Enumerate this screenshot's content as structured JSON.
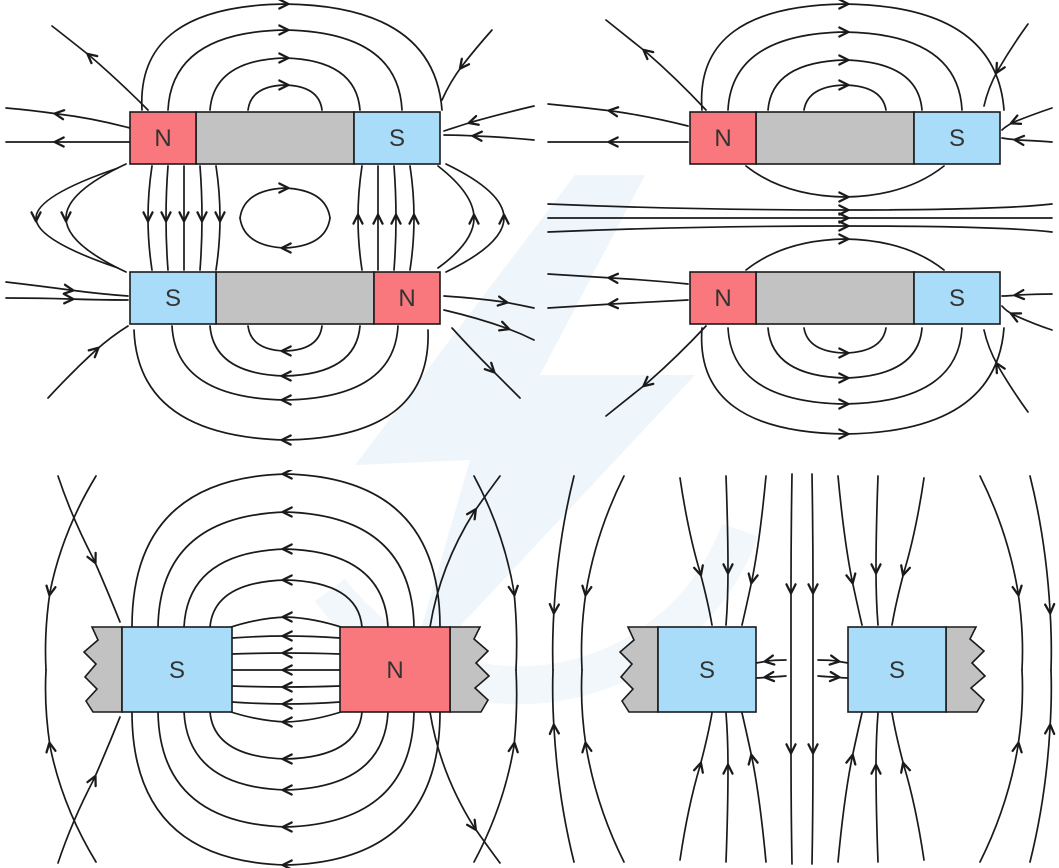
{
  "watermark": {
    "icon": "lightning-bolt"
  },
  "colors": {
    "north_pole": "#f8787d",
    "south_pole": "#a9dcf8",
    "magnet_body": "#c2c2c3",
    "outline": "#1a1a1a",
    "field_line": "#1a1a1a",
    "pole_label": "#333333",
    "watermark": "#edf4fb"
  },
  "panels": {
    "top_left": {
      "top_magnet": {
        "left_pole": "N",
        "right_pole": "S"
      },
      "bottom_magnet": {
        "left_pole": "S",
        "right_pole": "N"
      }
    },
    "top_right": {
      "top_magnet": {
        "left_pole": "N",
        "right_pole": "S"
      },
      "bottom_magnet": {
        "left_pole": "N",
        "right_pole": "S"
      }
    },
    "bottom_left": {
      "left_magnet_pole": "S",
      "right_magnet_pole": "N"
    },
    "bottom_right": {
      "left_magnet_pole": "S",
      "right_magnet_pole": "S"
    }
  }
}
